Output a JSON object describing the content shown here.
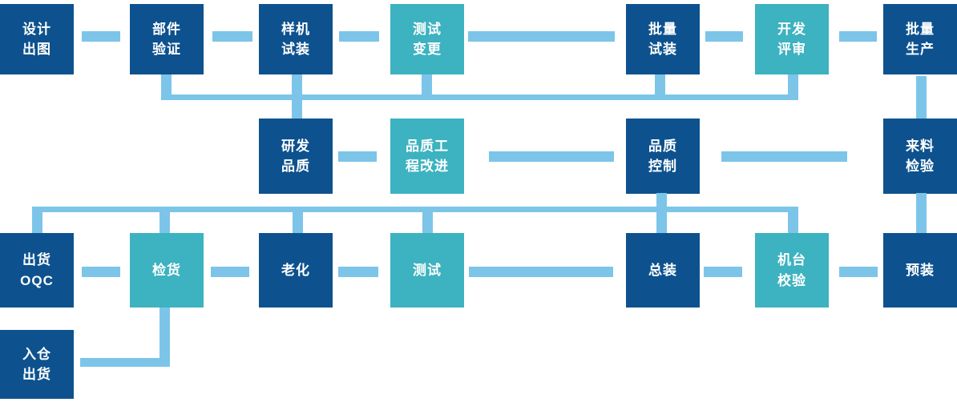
{
  "colors": {
    "box_dark": "#0d528e",
    "box_teal": "#3db2c0",
    "connector": "#7cc5e9",
    "text": "#ffffff"
  },
  "nodes": {
    "design_drawing": {
      "label": "设计\n出图"
    },
    "component_verification": {
      "label": "部件\n验证"
    },
    "prototype_trial_assembly": {
      "label": "样机\n试装"
    },
    "test_change": {
      "label": "测试\n变更"
    },
    "batch_trial_assembly": {
      "label": "批量\n试装"
    },
    "development_review": {
      "label": "开发\n评审"
    },
    "mass_production": {
      "label": "批量\n生产"
    },
    "rd_quality": {
      "label": "研发\n品质"
    },
    "quality_engineering_improvement": {
      "label": "品质工\n程改进"
    },
    "quality_control": {
      "label": "品质\n控制"
    },
    "incoming_inspection": {
      "label": "来料\n检验"
    },
    "shipping_oqc": {
      "label": "出货\nOQC"
    },
    "goods_inspection": {
      "label": "检货"
    },
    "aging": {
      "label": "老化"
    },
    "testing": {
      "label": "测试"
    },
    "final_assembly": {
      "label": "总装"
    },
    "machine_calibration": {
      "label": "机台\n校验"
    },
    "pre_assembly": {
      "label": "预装"
    },
    "warehouse_shipping": {
      "label": "入仓\n出货"
    }
  }
}
